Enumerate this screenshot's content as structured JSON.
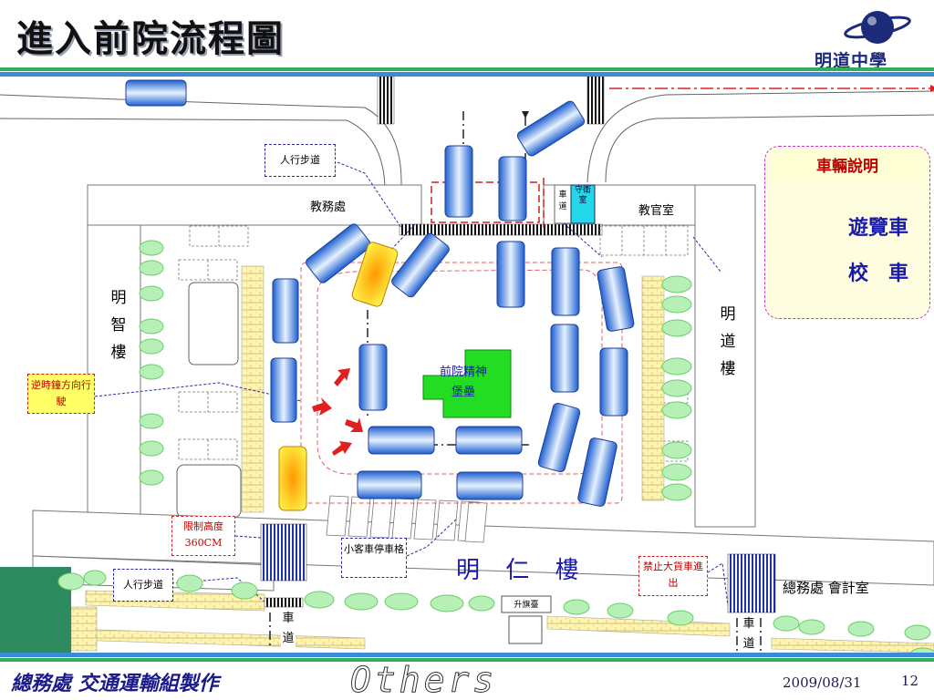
{
  "slide": {
    "title": "進入前院流程圖",
    "logo_text": "明道中學",
    "footer_author": "總務處 交通運輸組製作",
    "footer_others": "Others",
    "date": "2009/08/31",
    "page_number": "12"
  },
  "buildings": {
    "academic_affairs": "教務處",
    "military_office": "教官室",
    "guard_room": "守衛室",
    "driveway_small": "車道",
    "mingzhi": "明智樓",
    "mingdao": "明道樓",
    "mingren": "明 仁 樓",
    "general_affairs_accounting": "總務處 會計室",
    "flagpole": "升旗臺",
    "shrine": "前院精神堡壘"
  },
  "callouts": {
    "sidewalk_top": "人行步道",
    "sidewalk_bottom": "人行步道",
    "counterclockwise": "逆時鐘方向行駛",
    "height_limit": "限制高度360CM",
    "car_parking": "小客車停車格",
    "no_trucks": "禁止大貨車進出",
    "driveway_left": "車道",
    "driveway_right": "車道"
  },
  "legend": {
    "title": "車輛說明",
    "tour_bus": "遊覽車",
    "school_bus": "校　車"
  },
  "colors": {
    "tour_bus": "#3a7be0",
    "school_bus": "#ffcc00",
    "shrine": "#22dd22",
    "tree": "#b6f0b6",
    "brick": "#fff2a8",
    "route_red": "#e02020",
    "title_blue": "#1a1aaa"
  },
  "icons": {
    "logo": "planet-ring-icon",
    "turn_arrows": "red-turn-arrow-icon"
  }
}
